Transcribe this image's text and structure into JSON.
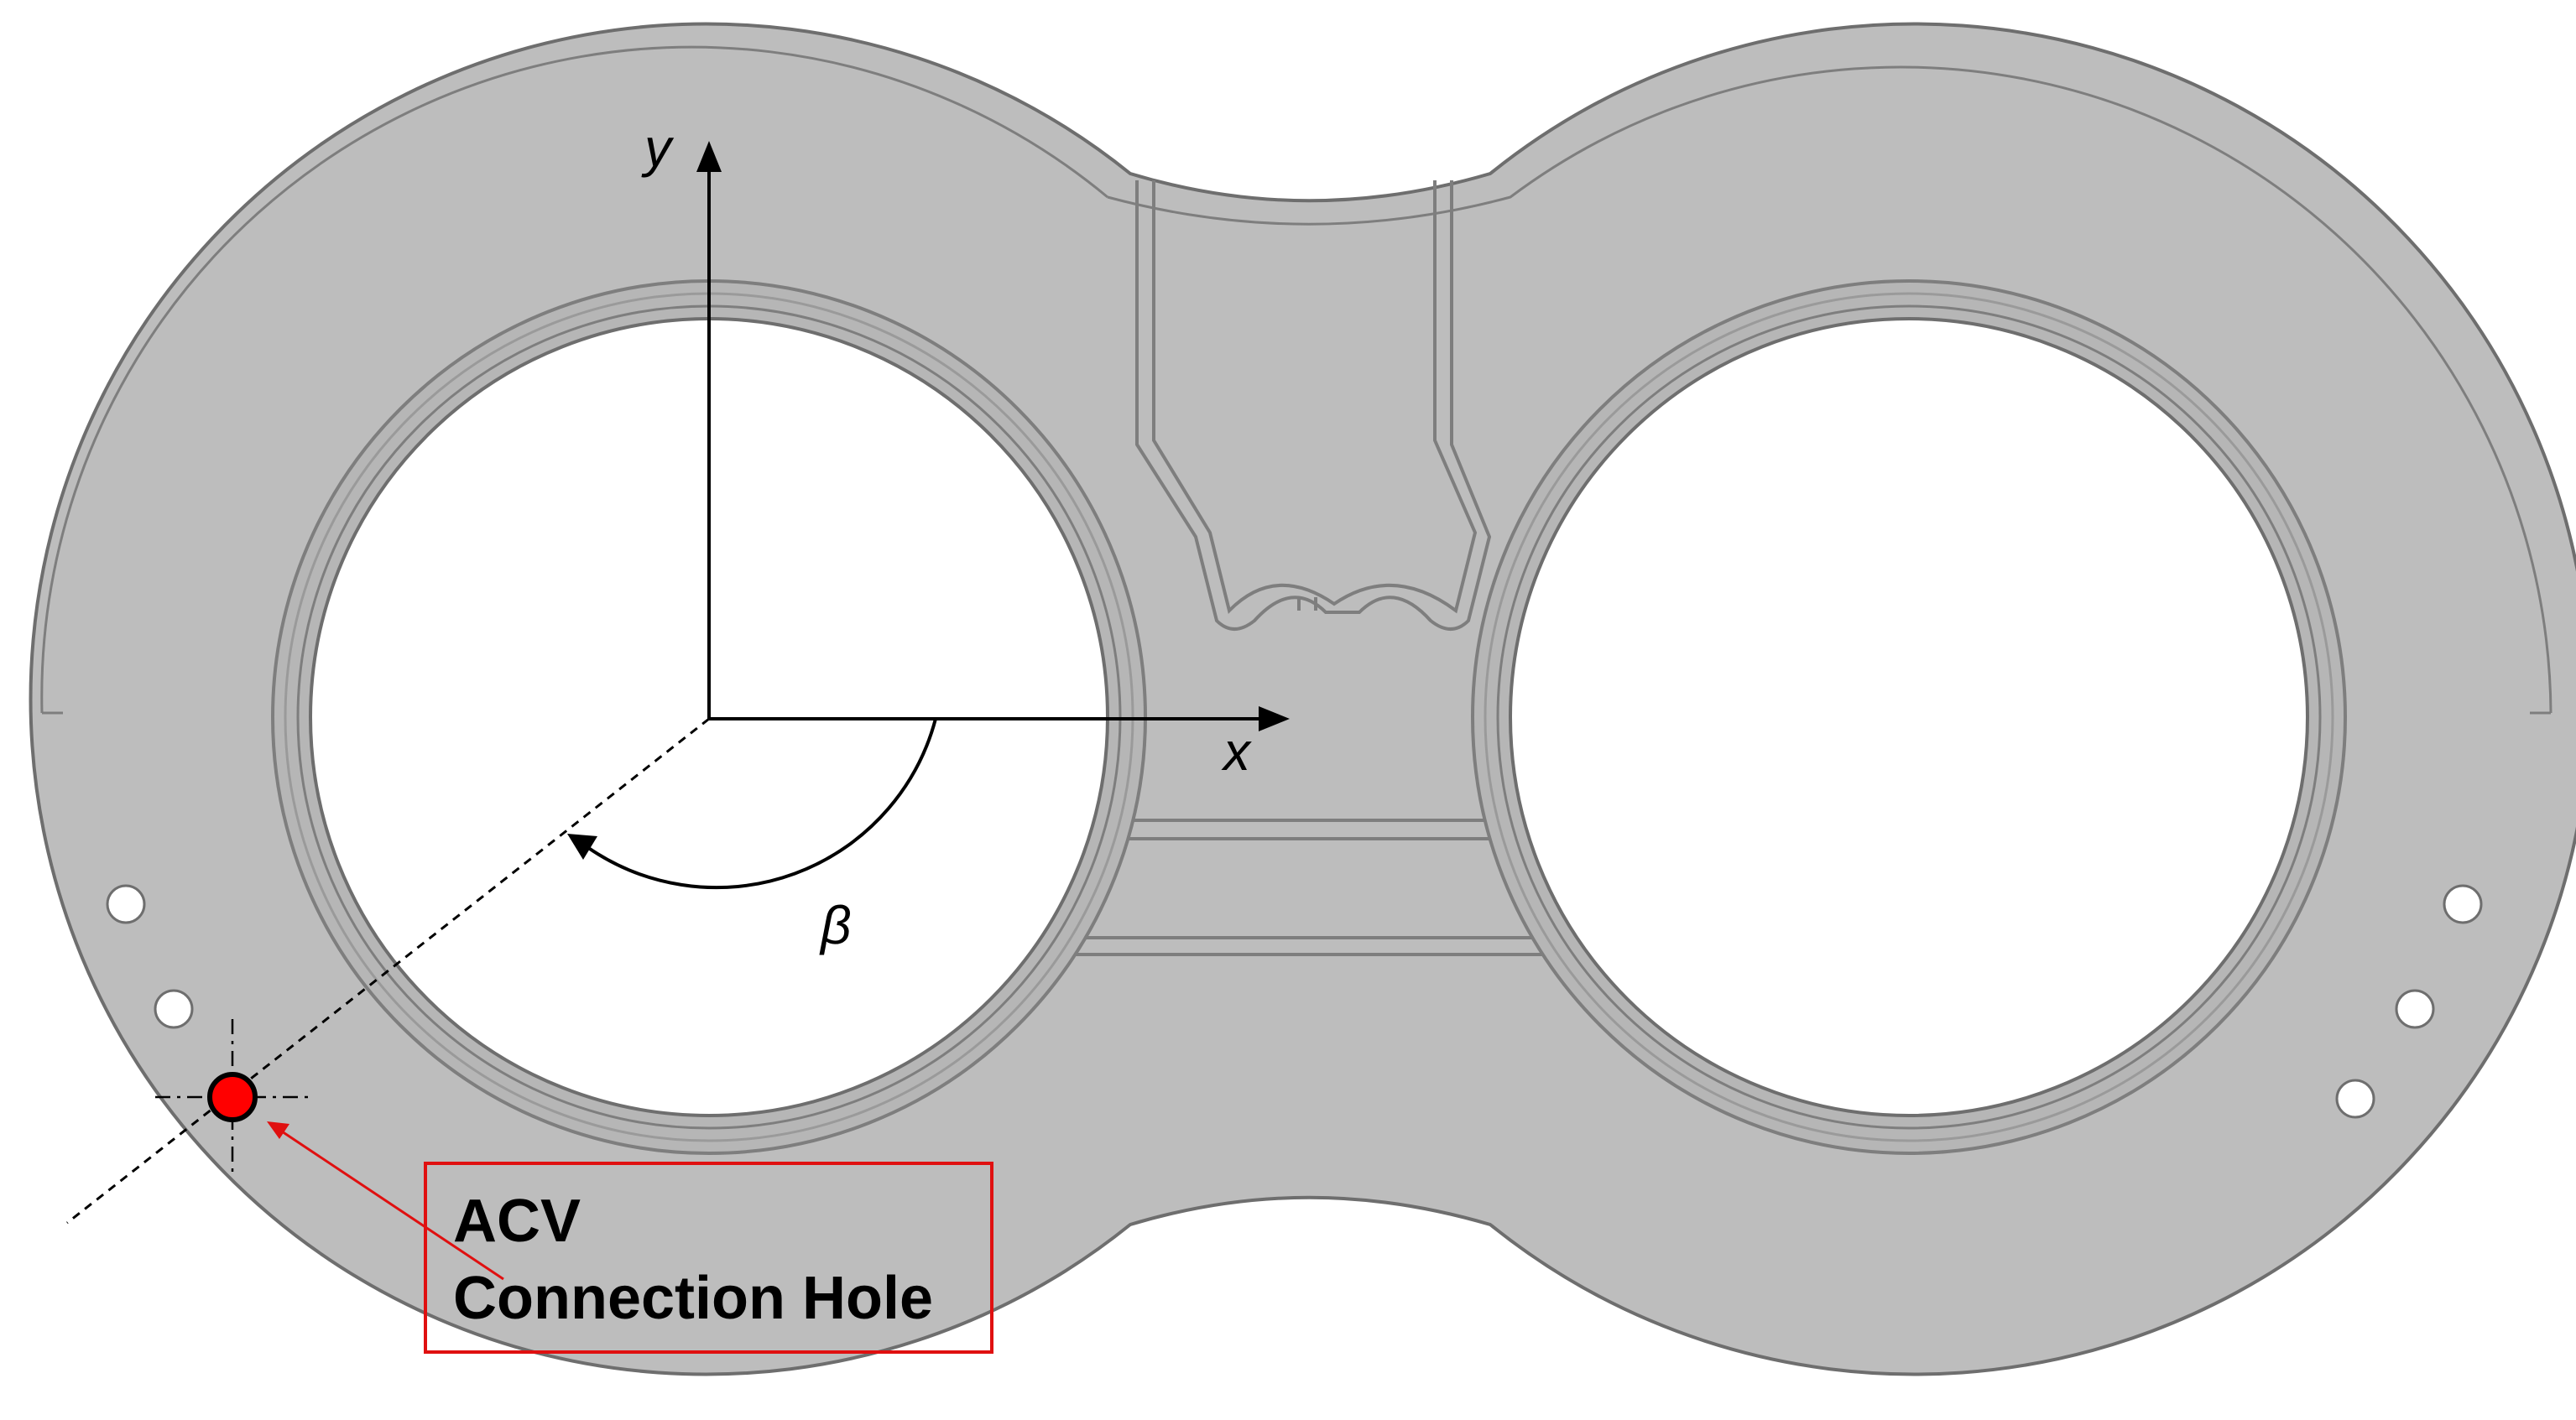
{
  "diagram": {
    "axes": {
      "y_label": "y",
      "x_label": "x",
      "angle_label": "β"
    },
    "callout": {
      "line1": "ACV",
      "line2": "Connection Hole"
    },
    "colors": {
      "plate": "#bdbdbd",
      "edge": "#6e6e6e",
      "hole": "#ffffff",
      "highlight": "#ff0000",
      "callout_border": "#e01010",
      "ink": "#000000"
    }
  }
}
